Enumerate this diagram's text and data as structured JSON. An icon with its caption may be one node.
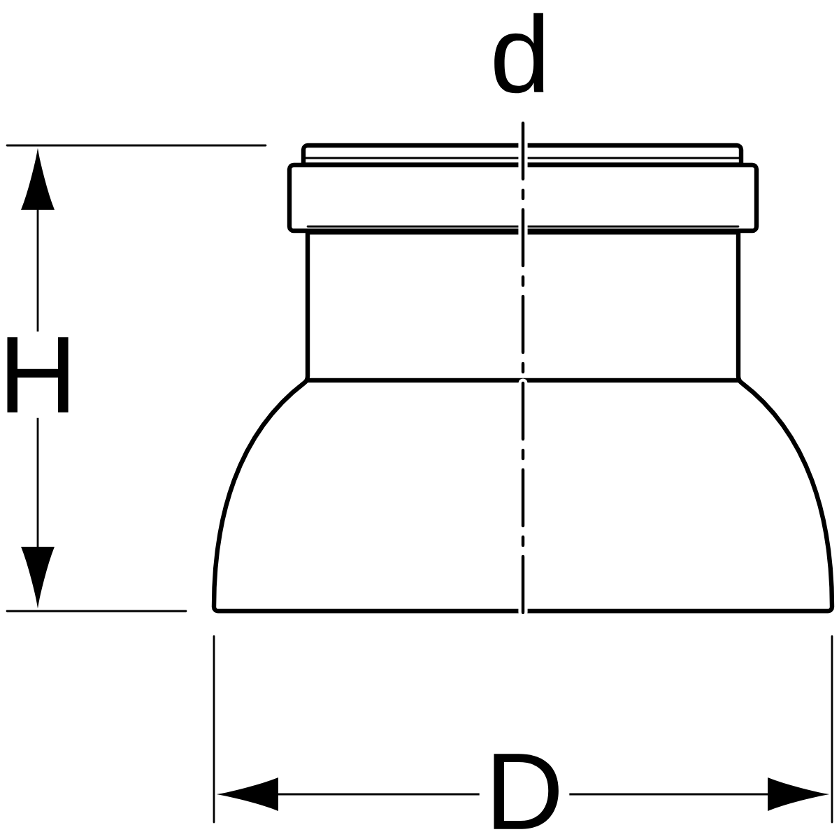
{
  "diagram": {
    "labels": [
      "d",
      "H",
      "D"
    ]
  }
}
